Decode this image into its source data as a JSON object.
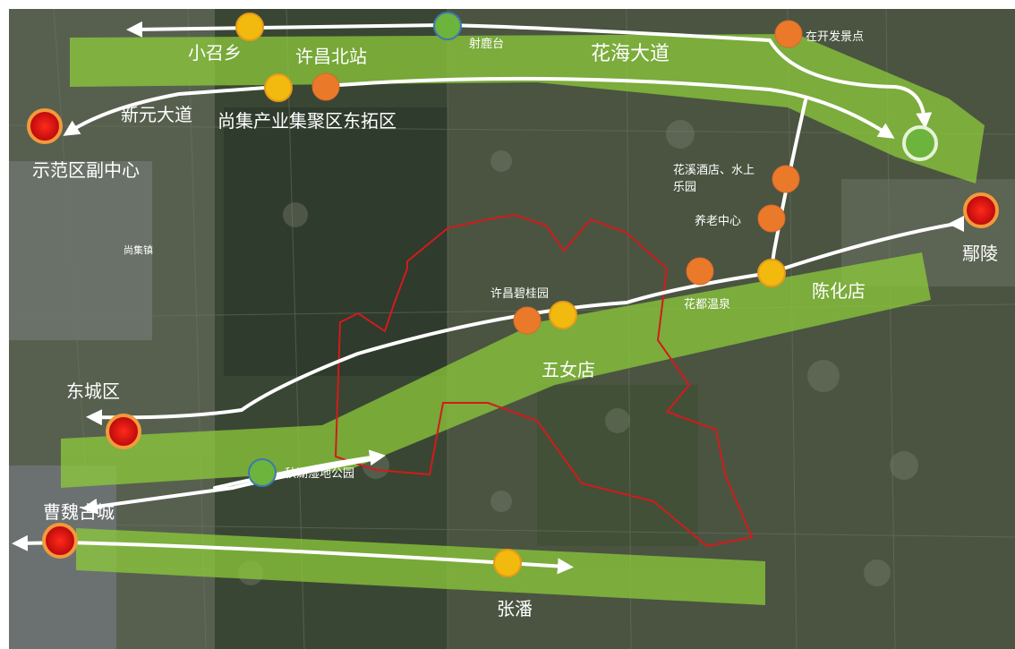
{
  "map_title": "",
  "colors": {
    "corridor_fill": "#8fcf3a",
    "route_line": "#ffffff",
    "boundary_line": "#d21b1b",
    "marker_red": "#c8000a",
    "marker_yellow": "#f2b90f",
    "marker_orange": "#ea7a2a",
    "marker_green": "#6cb43c"
  },
  "legend": {
    "developing_scenic_spot": "在开发景点"
  },
  "corridors": {
    "huahai_avenue": "花海大道",
    "wunudian": "五女店",
    "zhangpan": "张潘"
  },
  "places": {
    "xiaozhaoxiang": "小召乡",
    "xuchang_north_station": "许昌北站",
    "shelutai": "射鹿台",
    "xinyuan_avenue": "新元大道",
    "shangji_east_expansion": "尚集产业集聚区东拓区",
    "demo_zone_subcenter": "示范区副中心",
    "huaxi_hotel_water_park_1": "花溪酒店、水上",
    "huaxi_hotel_water_park_2": "乐园",
    "elderly_care_center": "养老中心",
    "yanling": "鄢陵",
    "chenhuadian": "陈化店",
    "huadu_hot_spring": "花都温泉",
    "xuchang_country_garden": "许昌碧桂园",
    "dongcheng_district": "东城区",
    "qiuhu_wetland_park": "秋湖湿地公园",
    "caowei_ancient_city": "曹魏古城",
    "shangji_town": "尚集镇"
  }
}
